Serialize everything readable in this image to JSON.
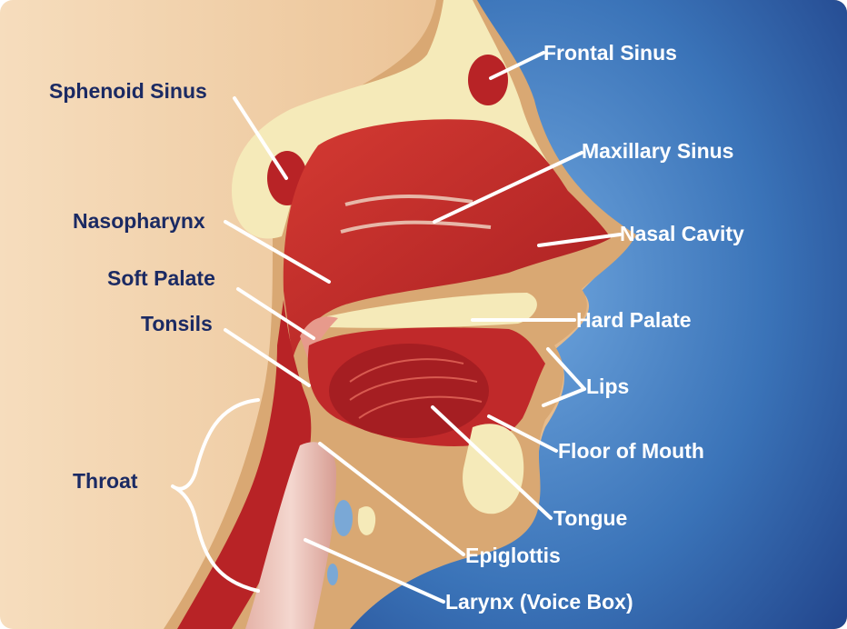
{
  "labels": {
    "frontal_sinus": "Frontal Sinus",
    "sphenoid_sinus": "Sphenoid Sinus",
    "maxillary_sinus": "Maxillary Sinus",
    "nasopharynx": "Nasopharynx",
    "nasal_cavity": "Nasal Cavity",
    "soft_palate": "Soft Palate",
    "hard_palate": "Hard Palate",
    "tonsils": "Tonsils",
    "lips": "Lips",
    "throat": "Throat",
    "floor_of_mouth": "Floor of Mouth",
    "tongue": "Tongue",
    "epiglottis": "Epiglottis",
    "larynx": "Larynx (Voice Box)"
  },
  "colors": {
    "background_light": "#f7e2c5",
    "background_blue": "#3a73b8",
    "tissue_red": "#c32a2a",
    "bone_cream": "#f5eab9",
    "skin_tan": "#d9a873",
    "label_dark": "#1b2a63",
    "label_light": "#ffffff"
  }
}
